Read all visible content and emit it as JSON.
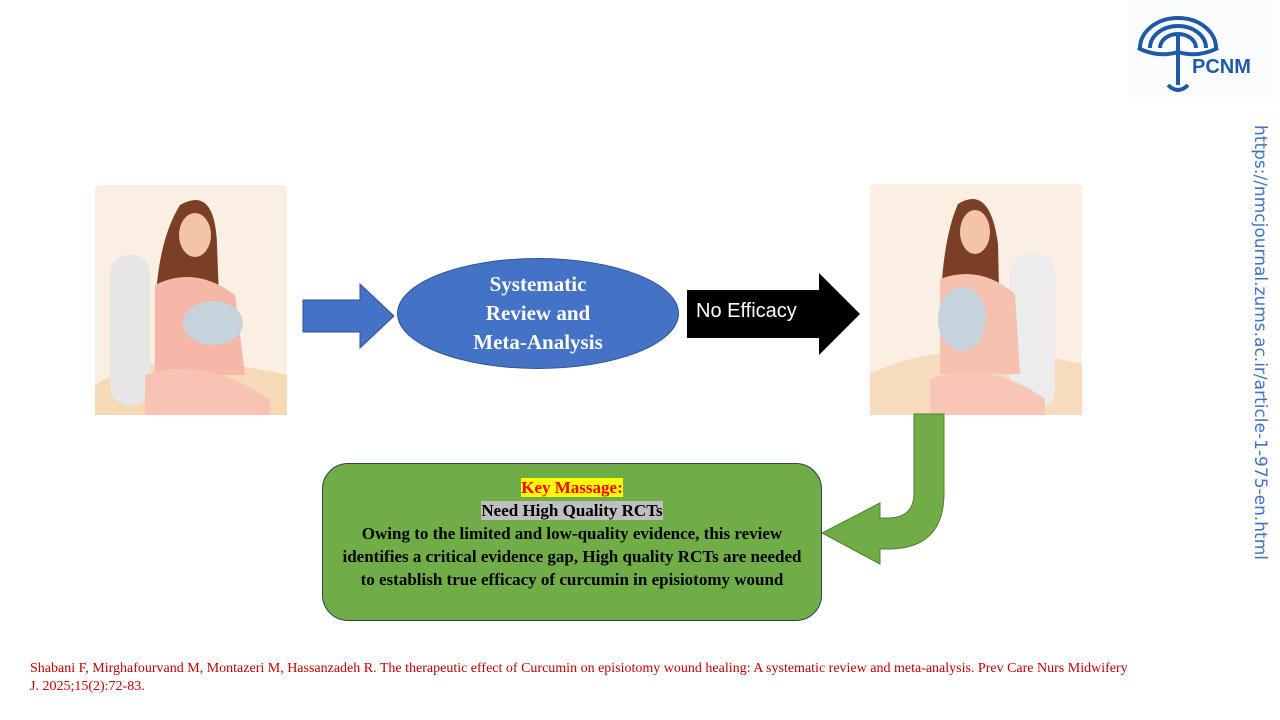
{
  "logo": {
    "text": "PCNM"
  },
  "url": "https://nmcjournal.zums.ac.ir/article-1-975-en.html",
  "center": {
    "line1": "Systematic",
    "line2": "Review and",
    "line3": "Meta-Analysis"
  },
  "arrow_label": "No Efficacy",
  "key_box": {
    "title": "Key Massage:",
    "subtitle": "Need High Quality RCTs",
    "body": "Owing to the limited and  low-quality evidence, this review identifies a critical evidence gap, High quality RCTs are needed to establish true efficacy of curcumin in episiotomy wound"
  },
  "citation": "Shabani F, Mirghafourvand M, Montazeri M, Hassanzadeh R. The therapeutic effect of Curcumin on episiotomy wound healing: A systematic review and meta-analysis. Prev Care Nurs Midwifery J. 2025;15(2):72-83.",
  "colors": {
    "blue": "#4472c4",
    "green": "#70ad47",
    "citation": "#c00000",
    "url": "#3d72c4"
  }
}
